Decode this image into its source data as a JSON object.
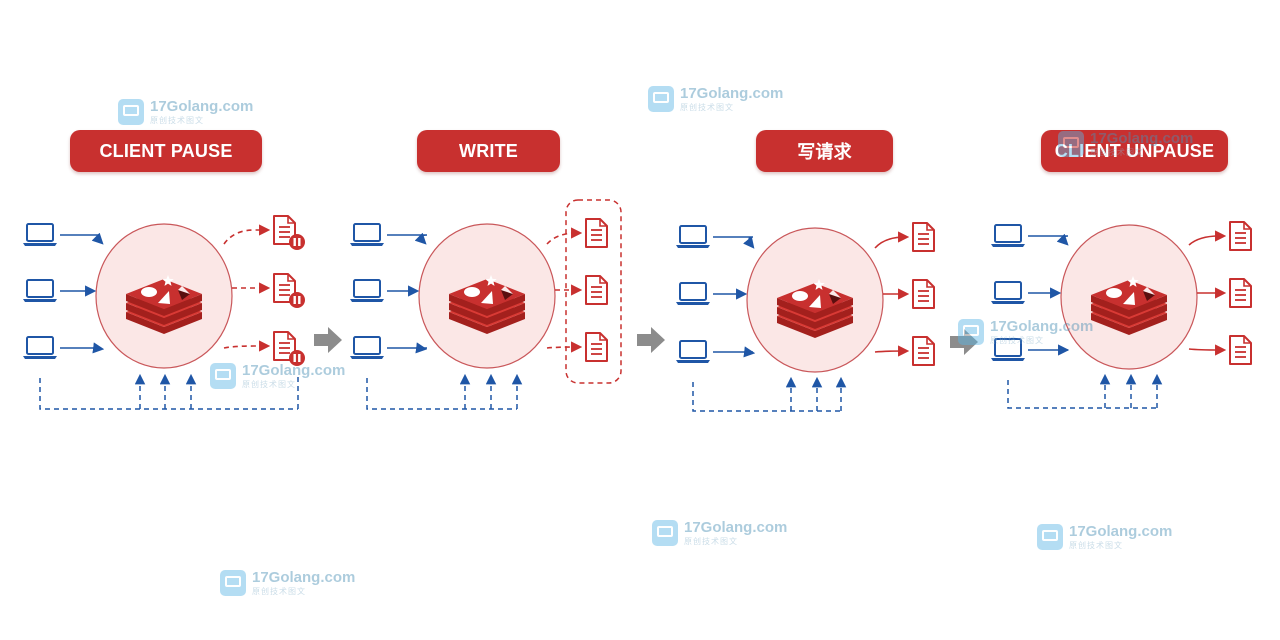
{
  "stages": [
    {
      "title": "CLIENT PAUSE",
      "variant": "pause"
    },
    {
      "title": "WRITE",
      "variant": "write"
    },
    {
      "title": "写请求",
      "variant": "normal"
    },
    {
      "title": "CLIENT UNPAUSE",
      "variant": "normal"
    }
  ],
  "watermark": {
    "main": "17Golang.com",
    "sub": "原创技术图文"
  },
  "colors": {
    "accent_red": "#c8302f",
    "client_blue": "#1f56a6",
    "circle_fill": "#fbe7e6",
    "circle_stroke": "#c9575a",
    "arrow_gray": "#8c8c8c"
  }
}
